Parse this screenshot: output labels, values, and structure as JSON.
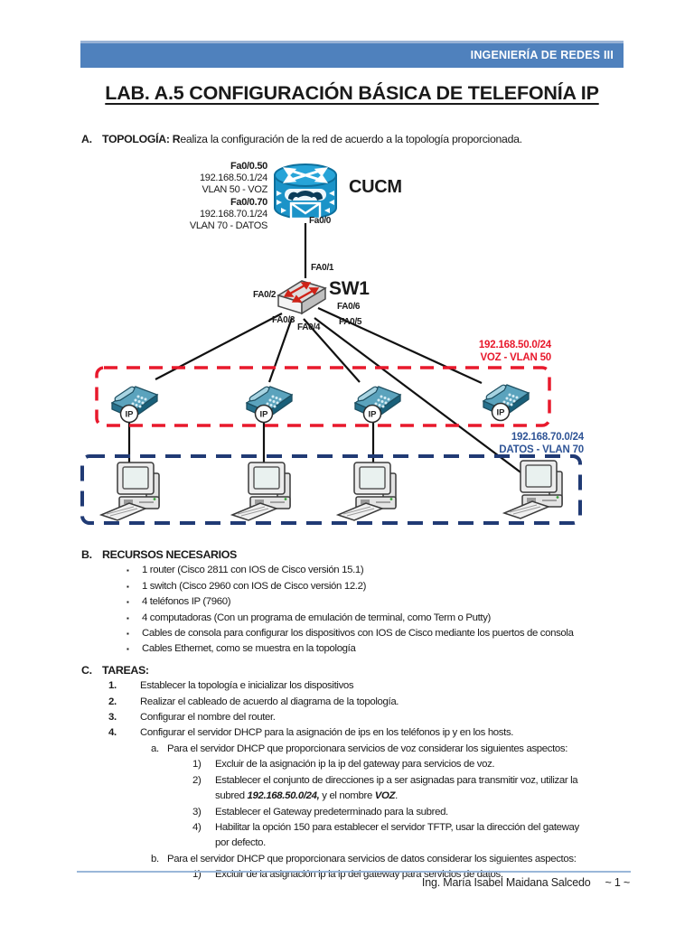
{
  "header": {
    "course": "INGENIERÍA DE REDES III",
    "bar_color": "#4f81bd"
  },
  "title": "LAB. A.5 CONFIGURACIÓN BÁSICA DE TELEFONÍA IP",
  "section_a": {
    "letter": "A.",
    "heading": "TOPOLOGÍA:",
    "text_bold_initial": "R",
    "text": "ealiza la configuración de la red de acuerdo a la topología proporcionada."
  },
  "topology": {
    "cucm": {
      "name": "CUCM",
      "physical_port": "Fa0/0",
      "subinterfaces": [
        {
          "port": "Fa0/0.50",
          "ip": "192.168.50.1/24",
          "vlan": "VLAN 50 - VOZ"
        },
        {
          "port": "Fa0/0.70",
          "ip": "192.168.70.1/24",
          "vlan": "VLAN 70 - DATOS"
        }
      ]
    },
    "switch": {
      "name": "SW1",
      "ports": [
        "FA0/1",
        "FA0/2",
        "FA0/3",
        "FA0/4",
        "FA0/5",
        "FA0/6"
      ]
    },
    "phone_badge": "IP",
    "voice_zone": {
      "subnet": "192.168.50.0/24",
      "label": "VOZ  -  VLAN 50",
      "color": "#e8192c",
      "device_count": 4
    },
    "data_zone": {
      "subnet": "192.168.70.0/24",
      "label": "DATOS  -  VLAN 70",
      "color": "#2f5496",
      "device_count": 4
    },
    "icons": [
      "cucm-router-icon",
      "switch-icon",
      "ip-phone-icon",
      "desktop-pc-icon"
    ]
  },
  "section_b": {
    "letter": "B.",
    "heading": "RECURSOS NECESARIOS",
    "bullet": "▪",
    "items": [
      "1 router (Cisco 2811 con IOS de Cisco versión 15.1)",
      "1 switch (Cisco 2960 con IOS de Cisco versión 12.2)",
      "4 teléfonos IP (7960)",
      "4 computadoras (Con un programa de emulación de terminal, como Term o Putty)",
      "Cables de consola para configurar los dispositivos con IOS de Cisco mediante los puertos de consola",
      "Cables Ethernet, como se muestra en la topología"
    ]
  },
  "section_c": {
    "letter": "C.",
    "heading": "TAREAS:",
    "tasks": [
      {
        "num": "1.",
        "text": "Establecer la topología e inicializar los dispositivos"
      },
      {
        "num": "2.",
        "text": "Realizar el cableado de acuerdo al diagrama de la topología."
      },
      {
        "num": "3.",
        "text": "Configurar el nombre del router."
      },
      {
        "num": "4.",
        "text": "Configurar el servidor DHCP  para la asignación de ips en los teléfonos ip y en los hosts."
      }
    ],
    "task4_sub": [
      {
        "label": "a.",
        "text": "Para el servidor DHCP que proporcionara servicios de voz considerar los siguientes aspectos:",
        "items": [
          {
            "label": "1)",
            "text": "Excluir de la asignación ip la ip del gateway para servicios de voz."
          },
          {
            "label": "2)",
            "line1": "Establecer el conjunto de direcciones ip a ser asignadas para transmitir voz, utilizar la",
            "line2_pre": "subred ",
            "line2_subnet": "192.168.50.0/24,",
            "line2_mid": " y el nombre ",
            "line2_name": "VOZ",
            "line2_end": "."
          },
          {
            "label": "3)",
            "text": "Establecer el Gateway predeterminado para la subred."
          },
          {
            "label": "4)",
            "line1": "Habilitar la opción 150 para establecer el servidor TFTP, usar la dirección del gateway",
            "line2": "por defecto."
          }
        ]
      },
      {
        "label": "b.",
        "text": "Para el servidor DHCP que proporcionara servicios de datos considerar los siguientes aspectos:",
        "items": [
          {
            "label": "1)",
            "text": "Excluir de la asignación ip la ip del gateway para servicios de datos."
          }
        ]
      }
    ]
  },
  "footer": {
    "author": "Ing. María Isabel Maidana Salcedo",
    "page": "~ 1 ~"
  }
}
